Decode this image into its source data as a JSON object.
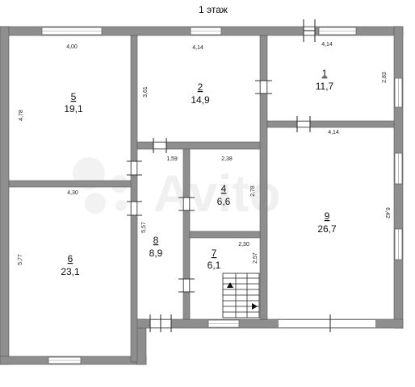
{
  "plan": {
    "title": "1 этаж",
    "watermark": "Avito",
    "rooms": [
      {
        "id": "1",
        "area": "11,7"
      },
      {
        "id": "2",
        "area": "14,9"
      },
      {
        "id": "4",
        "area": "6,6"
      },
      {
        "id": "5",
        "area": "19,1"
      },
      {
        "id": "6",
        "area": "23,1"
      },
      {
        "id": "7",
        "area": "6,1"
      },
      {
        "id": "8",
        "area": "8,9"
      },
      {
        "id": "9",
        "area": "26,7"
      }
    ],
    "dimensions": {
      "room5_width": "4,00",
      "room5_height": "4,78",
      "room2_width": "4,14",
      "room2_height": "3,61",
      "room1_width": "4,14",
      "room1_height": "2,83",
      "room9_width": "4,14",
      "room9_height": "6,42",
      "corridor_width": "1,59",
      "room4_width": "2,38",
      "room4_height": "2,78",
      "room6_width": "4,30",
      "room6_height": "5,77",
      "room8_height": "5,57",
      "room7_width": "2,30",
      "room7_height": "2,57"
    }
  }
}
